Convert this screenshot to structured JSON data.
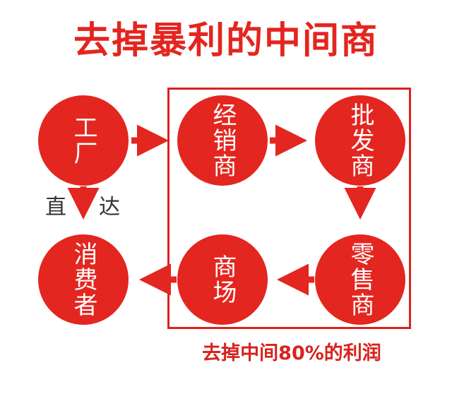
{
  "title": "去掉暴利的中间商",
  "nodes": {
    "factory": "工厂",
    "distributor": "经销商",
    "wholesaler": "批发商",
    "retailer": "零售商",
    "mall": "商场",
    "consumer": "消费者"
  },
  "direct_label_left": "直",
  "direct_label_right": "达",
  "caption": "去掉中间80%的利润",
  "colors": {
    "accent": "#e3261f",
    "frame": "#d8231d",
    "text_on_circle": "#ffffff"
  }
}
